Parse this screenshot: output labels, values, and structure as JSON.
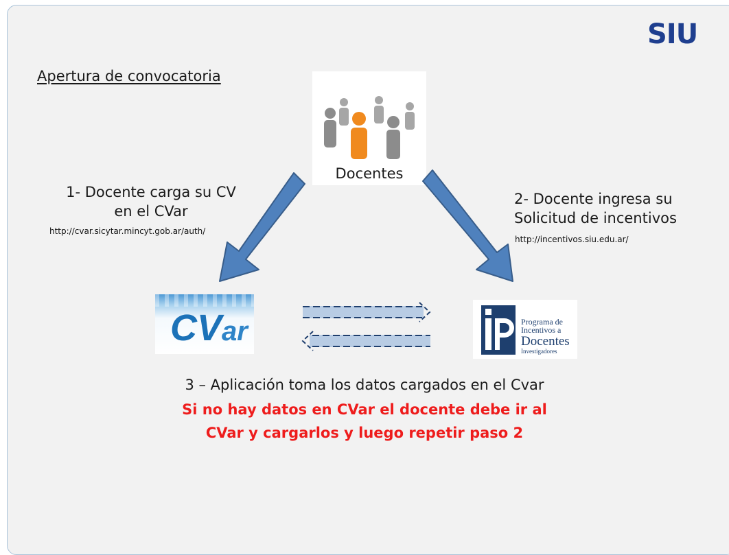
{
  "logo": {
    "text": "SIU"
  },
  "title": "Apertura de convocatoria",
  "center_node": {
    "label": "Docentes",
    "icon": "people-group-icon"
  },
  "step1": {
    "line1": "1- Docente carga su CV",
    "line2": "en el CVar",
    "url": "http://cvar.sicytar.mincyt.gob.ar/auth/"
  },
  "step2": {
    "line1": "2- Docente ingresa su",
    "line2": "Solicitud de incentivos",
    "url": "http://incentivos.siu.edu.ar/"
  },
  "cvar_logo": {
    "cv": "CV",
    "ar": "ar"
  },
  "incentivos_logo": {
    "mark": "iP",
    "line1": "Programa de",
    "line2": "Incentivos a",
    "line3": "Docentes",
    "line4": "Investigadores"
  },
  "step3": {
    "text": "3 – Aplicación toma los datos cargados en el Cvar",
    "warning_line1": "Si no hay datos en CVar el docente debe ir al",
    "warning_line2": "CVar y cargarlos y luego repetir paso 2"
  },
  "colors": {
    "arrow_fill": "#4f81bd",
    "arrow_stroke": "#385d8a",
    "dashed_arrow": "#b8cce4",
    "highlight_person": "#f08a1e",
    "warning": "#ee1c1c",
    "logo_blue": "#1f3f8f"
  }
}
